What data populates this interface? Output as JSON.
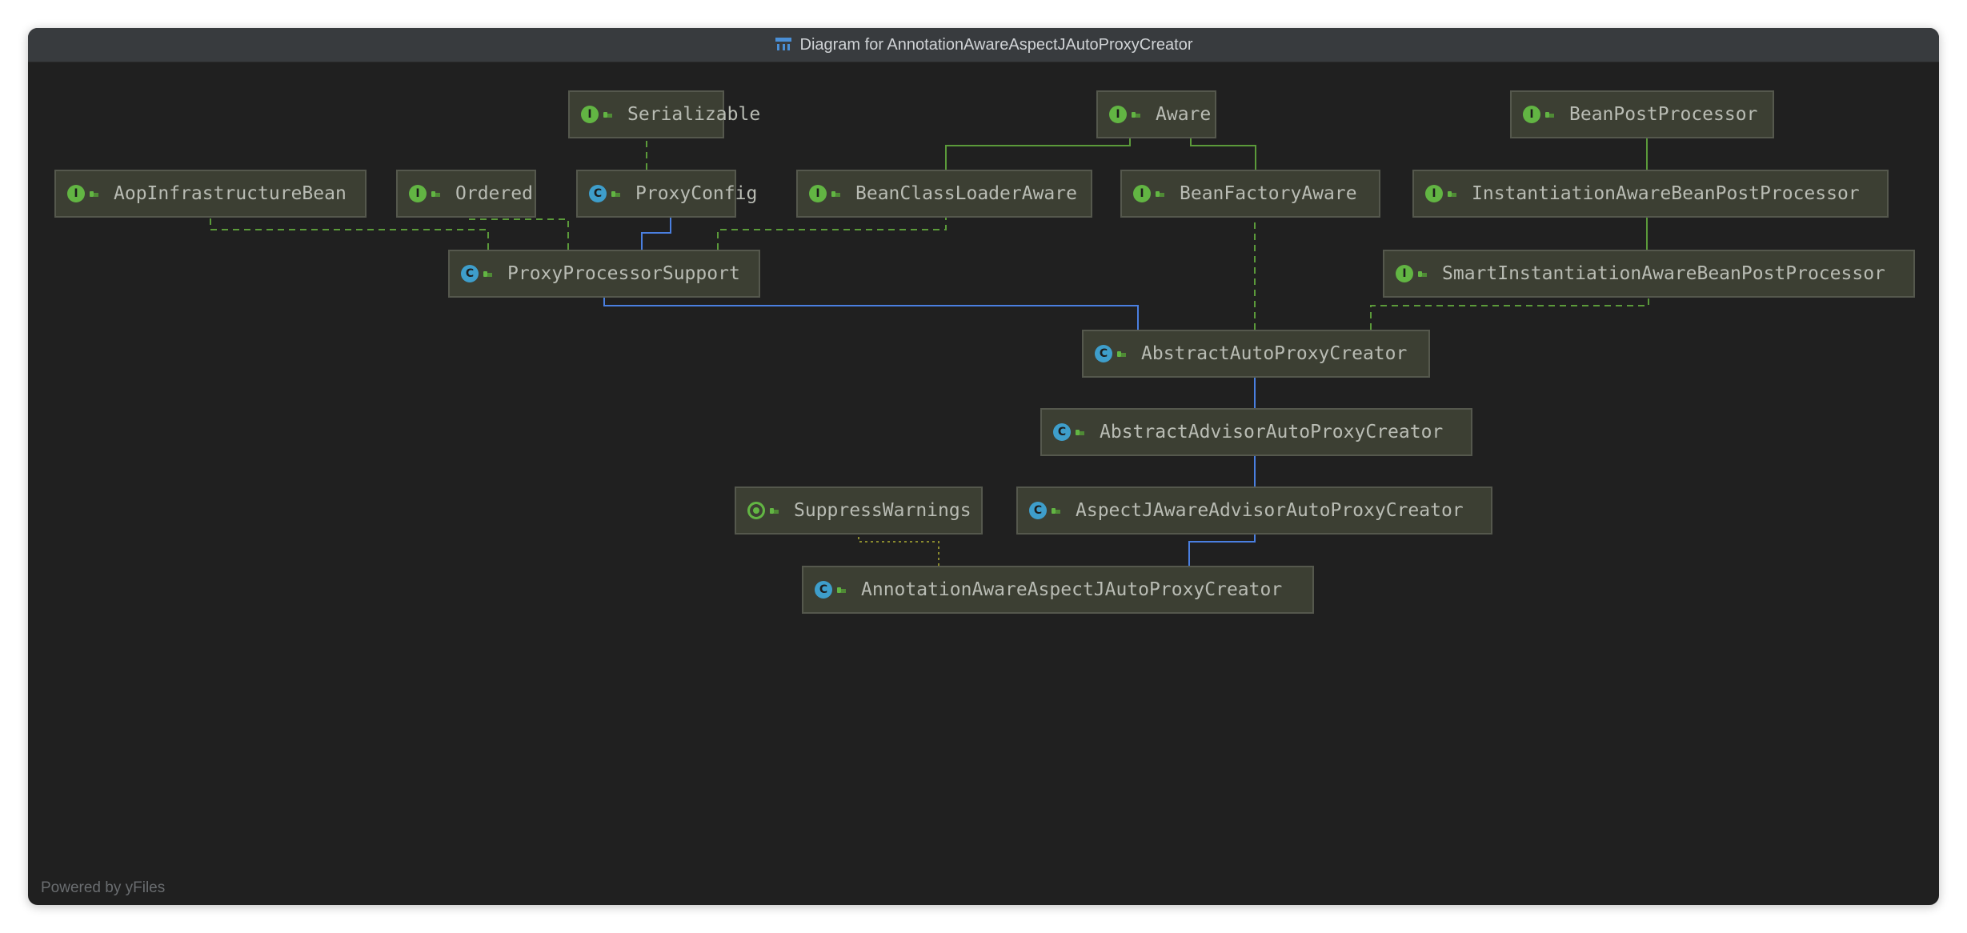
{
  "window": {
    "title": "Diagram for AnnotationAwareAspectJAutoProxyCreator",
    "footer": "Powered by yFiles"
  },
  "colors": {
    "canvas": "#202020",
    "node_fill": "#3c3f33",
    "node_border": "#55584d",
    "node_text": "#b9bcb4",
    "interface_edge": "#5b9a3a",
    "class_edge": "#4a7fe0",
    "annotation_edge": "#8a8a2e"
  },
  "nodes": [
    {
      "id": "serializable",
      "label": "Serializable",
      "kind": "interface"
    },
    {
      "id": "aware",
      "label": "Aware",
      "kind": "interface"
    },
    {
      "id": "beanpostprocessor",
      "label": "BeanPostProcessor",
      "kind": "interface"
    },
    {
      "id": "aopinfra",
      "label": "AopInfrastructureBean",
      "kind": "interface"
    },
    {
      "id": "ordered",
      "label": "Ordered",
      "kind": "interface"
    },
    {
      "id": "proxyconfig",
      "label": "ProxyConfig",
      "kind": "class"
    },
    {
      "id": "beanclassloaderaware",
      "label": "BeanClassLoaderAware",
      "kind": "interface"
    },
    {
      "id": "beanfactoryaware",
      "label": "BeanFactoryAware",
      "kind": "interface"
    },
    {
      "id": "iabpp",
      "label": "InstantiationAwareBeanPostProcessor",
      "kind": "interface"
    },
    {
      "id": "proxyprocessorsupport",
      "label": "ProxyProcessorSupport",
      "kind": "class"
    },
    {
      "id": "siabpp",
      "label": "SmartInstantiationAwareBeanPostProcessor",
      "kind": "interface"
    },
    {
      "id": "aapc",
      "label": "AbstractAutoProxyCreator",
      "kind": "class"
    },
    {
      "id": "aaapc",
      "label": "AbstractAdvisorAutoProxyCreator",
      "kind": "class"
    },
    {
      "id": "suppresswarnings",
      "label": "SuppressWarnings",
      "kind": "annotation"
    },
    {
      "id": "ajaaapc",
      "label": "AspectJAwareAdvisorAutoProxyCreator",
      "kind": "class"
    },
    {
      "id": "aaajapc",
      "label": "AnnotationAwareAspectJAutoProxyCreator",
      "kind": "class"
    }
  ],
  "edges": [
    {
      "from": "proxyconfig",
      "to": "serializable",
      "type": "implements"
    },
    {
      "from": "beanclassloaderaware",
      "to": "aware",
      "type": "extends-interface"
    },
    {
      "from": "beanfactoryaware",
      "to": "aware",
      "type": "extends-interface"
    },
    {
      "from": "iabpp",
      "to": "beanpostprocessor",
      "type": "extends-interface"
    },
    {
      "from": "proxyprocessorsupport",
      "to": "aopinfra",
      "type": "implements"
    },
    {
      "from": "proxyprocessorsupport",
      "to": "ordered",
      "type": "implements"
    },
    {
      "from": "proxyprocessorsupport",
      "to": "proxyconfig",
      "type": "extends"
    },
    {
      "from": "proxyprocessorsupport",
      "to": "beanclassloaderaware",
      "type": "implements"
    },
    {
      "from": "siabpp",
      "to": "iabpp",
      "type": "extends-interface"
    },
    {
      "from": "aapc",
      "to": "proxyprocessorsupport",
      "type": "extends"
    },
    {
      "from": "aapc",
      "to": "beanfactoryaware",
      "type": "implements"
    },
    {
      "from": "aapc",
      "to": "siabpp",
      "type": "implements"
    },
    {
      "from": "aaapc",
      "to": "aapc",
      "type": "extends"
    },
    {
      "from": "ajaaapc",
      "to": "aaapc",
      "type": "extends"
    },
    {
      "from": "aaajapc",
      "to": "ajaaapc",
      "type": "extends"
    },
    {
      "from": "aaajapc",
      "to": "suppresswarnings",
      "type": "annotated"
    }
  ]
}
